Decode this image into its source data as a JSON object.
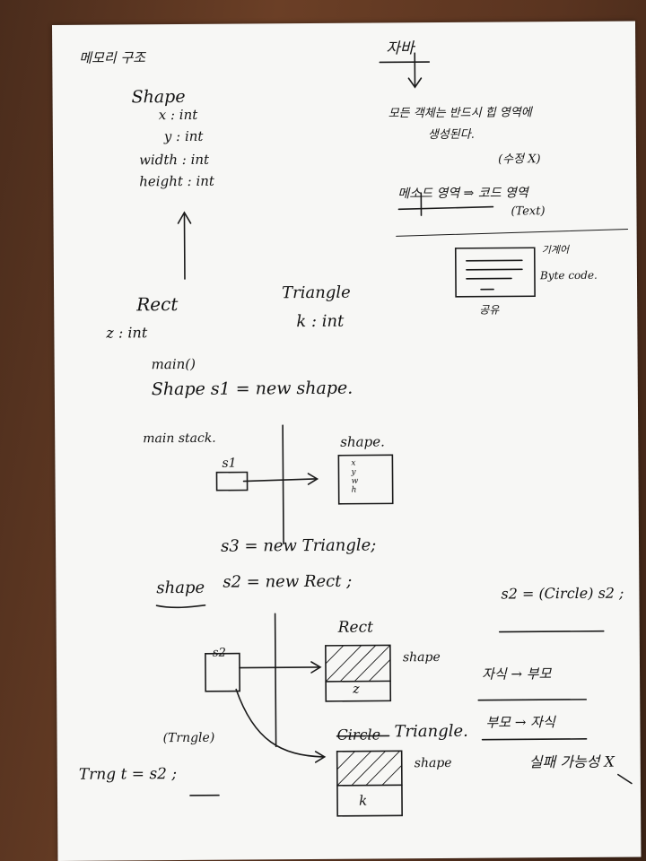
{
  "notes": {
    "title": "메모리 구조",
    "shape_class": {
      "name": "Shape",
      "fields": [
        "x : int",
        "y : int",
        "width : int",
        "height : int"
      ]
    },
    "rect_class": {
      "name": "Rect",
      "field": "z : int"
    },
    "triangle_class": {
      "name": "Triangle",
      "field": "k : int"
    },
    "main_call": "main()",
    "stmt_s1": "Shape s1 = new shape.",
    "stack_label": "main stack.",
    "s1_box": "s1",
    "shape_box_label": "shape.",
    "shape_fields_short": [
      "x",
      "y",
      "w",
      "h"
    ],
    "stmt_s3": "s3 = new Triangle;",
    "stmt_s2_type": "shape",
    "stmt_s2": "s2 = new Rect ;",
    "s2_box": "s2",
    "rect_box_label": "Rect",
    "rect_field": "z",
    "shape_tag": "shape",
    "triangle_label_struck": "Circle",
    "triangle_label": "Triangle.",
    "triangle_field": "k",
    "cast_type": "(Trngle)",
    "stmt_cast": "Trng t = s2 ;",
    "java_title": "자바",
    "java_note_1": "모든 객체는 반드시 힙 영역에",
    "java_note_2": "생성된다.",
    "modify_note": "(수정 X)",
    "method_area": "메소드 영역 ⇒ 코드 영역",
    "text_label": "(Text)",
    "machine_code": "기계어",
    "bytecode": "Byte code.",
    "shared": "공유",
    "cast_example": "s2 = (Circle) s2 ;",
    "child_parent": "자식 → 부모",
    "parent_child": "부모 → 자식",
    "fail_possible": "실패 가능성 X"
  }
}
